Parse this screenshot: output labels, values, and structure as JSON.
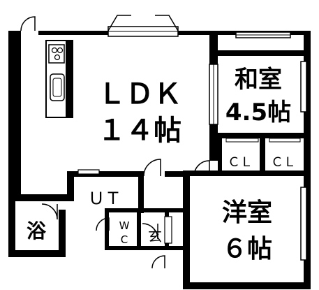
{
  "rooms": {
    "ldk": {
      "name": "ＬＤＫ",
      "size": "１４帖"
    },
    "washitsu": {
      "name": "和室",
      "size": "4.5帖"
    },
    "closet_left": {
      "label": "ＣＬ"
    },
    "closet_right": {
      "label": "ＣＬ"
    },
    "youshitsu": {
      "name": "洋室",
      "size": "６帖"
    },
    "utility": {
      "label": "ＵＴ"
    },
    "bath": {
      "label": "浴"
    },
    "wc": {
      "label_top": "W",
      "label_bottom": "C"
    },
    "entrance": {
      "label": "玄"
    }
  },
  "colors": {
    "wall": "#000000",
    "floor": "#ffffff",
    "counter_gray": "#b4b4b4"
  }
}
